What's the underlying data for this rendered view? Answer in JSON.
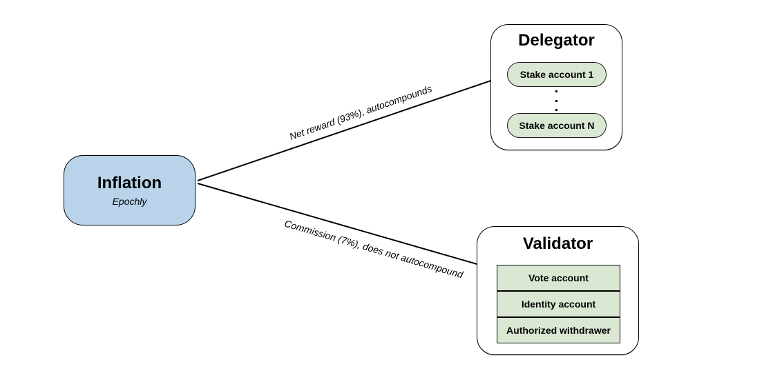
{
  "diagram": {
    "background_color": "#ffffff",
    "inflation": {
      "title": "Inflation",
      "subtitle": "Epochly",
      "fill_color": "#b9d3ea"
    },
    "delegator": {
      "title": "Delegator",
      "stake_accounts": [
        "Stake account 1",
        "Stake account N"
      ],
      "account_fill_color": "#dae7d3"
    },
    "validator": {
      "title": "Validator",
      "rows": [
        "Vote account",
        "Identity account",
        "Authorized withdrawer"
      ],
      "account_fill_color": "#dae7d3"
    },
    "edges": [
      {
        "from": "Inflation",
        "to": "Delegator",
        "label": "Net reward (93%), autocompounds"
      },
      {
        "from": "Inflation",
        "to": "Validator",
        "label": "Commission (7%), does not autocompound"
      }
    ],
    "stroke_color": "#000000"
  }
}
